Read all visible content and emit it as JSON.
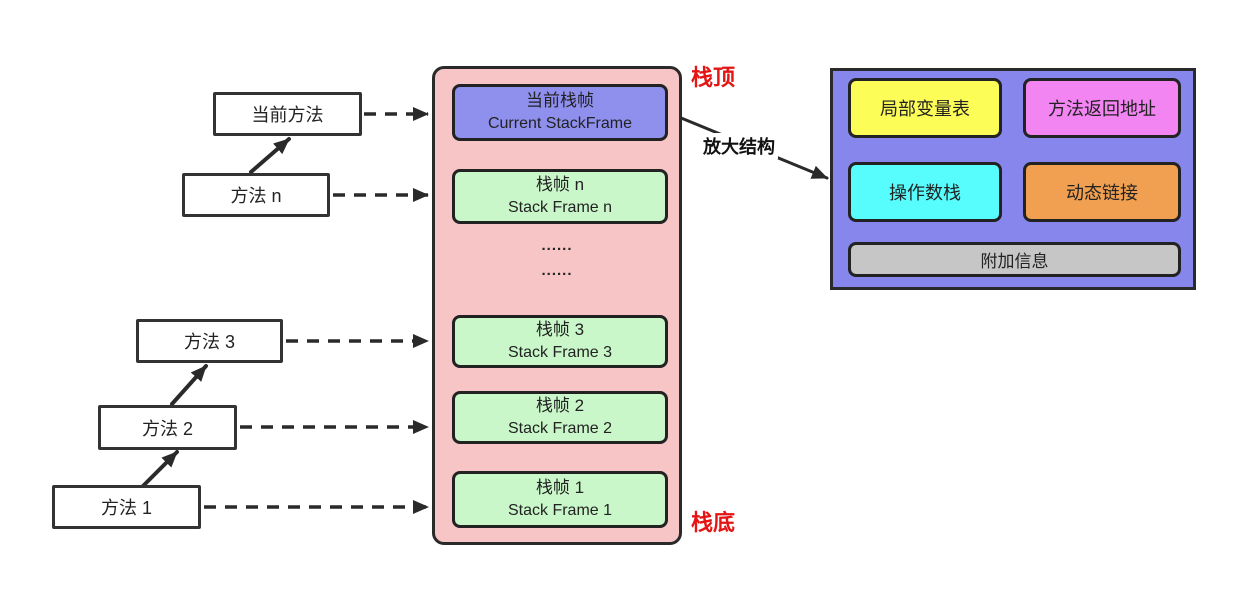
{
  "diagram": {
    "methods": [
      {
        "id": "current",
        "label": "当前方法"
      },
      {
        "id": "n",
        "label": "方法 n"
      },
      {
        "id": "3",
        "label": "方法 3"
      },
      {
        "id": "2",
        "label": "方法 2"
      },
      {
        "id": "1",
        "label": "方法 1"
      }
    ],
    "stack": {
      "top_label": "栈顶",
      "bottom_label": "栈底",
      "frames": [
        {
          "zh": "当前栈帧",
          "en": "Current StackFrame"
        },
        {
          "zh": "栈帧 n",
          "en": "Stack Frame n"
        },
        {
          "zh": "栈帧 3",
          "en": "Stack Frame 3"
        },
        {
          "zh": "栈帧 2",
          "en": "Stack Frame 2"
        },
        {
          "zh": "栈帧 1",
          "en": "Stack Frame 1"
        }
      ],
      "ellipsis": [
        "......",
        "......"
      ]
    },
    "zoom_arrow_label": "放大结构",
    "frame_detail": {
      "cells": [
        {
          "label": "局部变量表",
          "color": "#fdfd57"
        },
        {
          "label": "方法返回地址",
          "color": "#f285f2"
        },
        {
          "label": "操作数栈",
          "color": "#57fdfd"
        },
        {
          "label": "动态链接",
          "color": "#f0a050"
        },
        {
          "label": "附加信息",
          "color": "#c6c6c6"
        }
      ]
    },
    "colors": {
      "stack_bg": "#f7c5c5",
      "current_frame_bg": "#8f8fee",
      "frame_bg": "#c9f7c9",
      "detail_bg": "#8686ed",
      "label_red": "#e41515",
      "line": "#2a2a2a",
      "method_box_bg": "#ffffff"
    }
  }
}
